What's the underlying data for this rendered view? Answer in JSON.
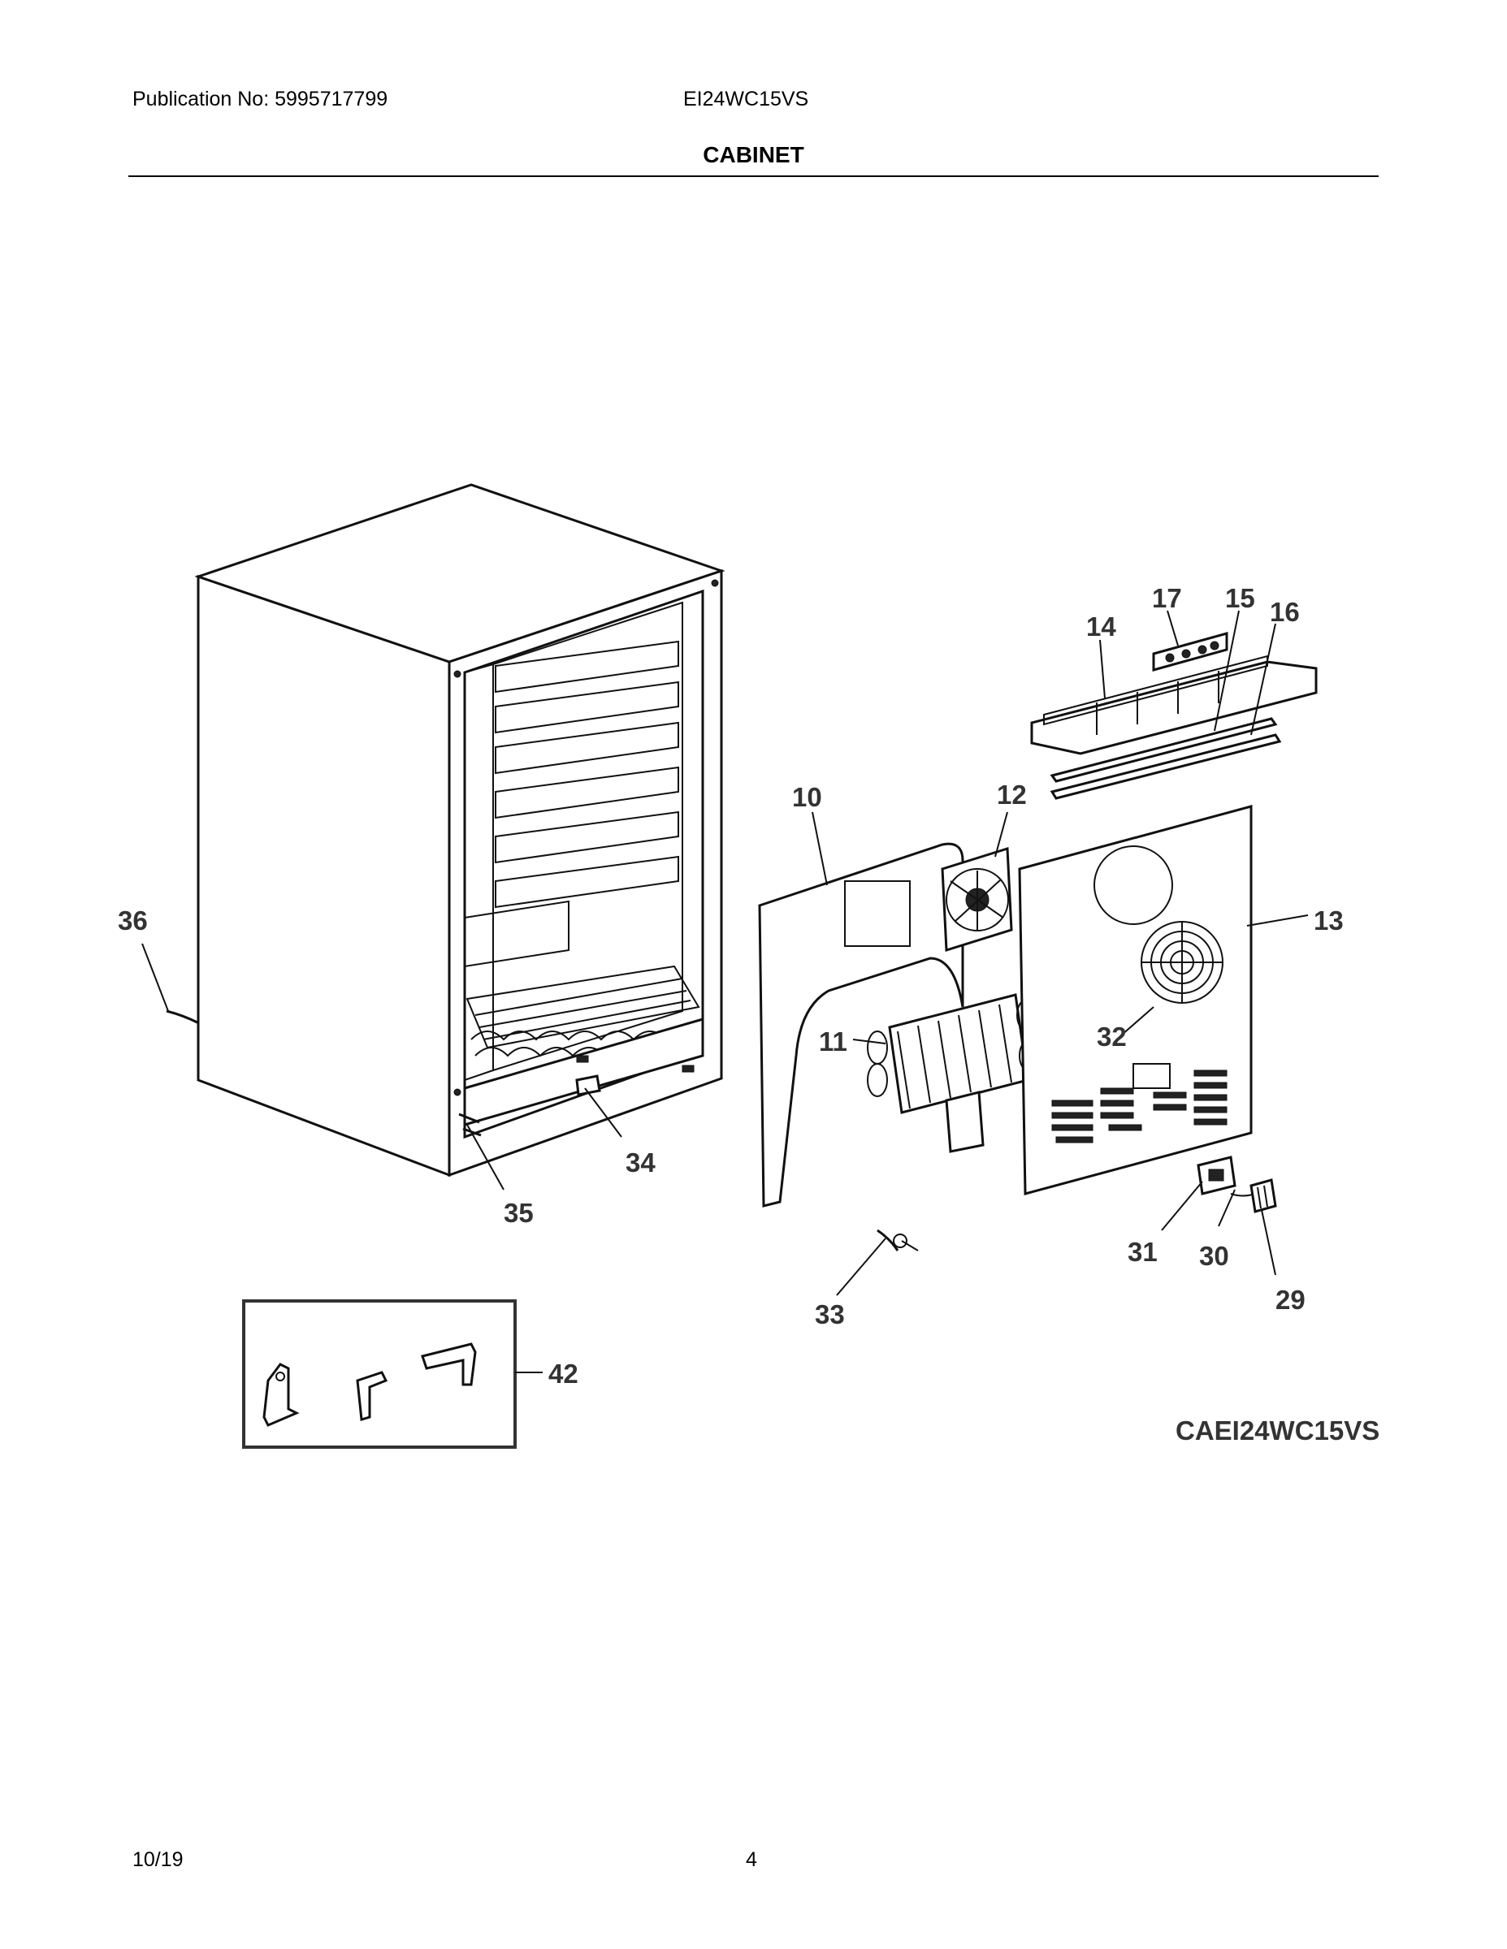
{
  "header": {
    "publication": "Publication No: 5995717799",
    "model": "EI24WC15VS",
    "section_title": "CABINET"
  },
  "diagram": {
    "callouts": {
      "c10": "10",
      "c11": "11",
      "c12": "12",
      "c13": "13",
      "c14": "14",
      "c15": "15",
      "c16": "16",
      "c17": "17",
      "c29": "29",
      "c30": "30",
      "c31": "31",
      "c32": "32",
      "c33": "33",
      "c34": "34",
      "c35": "35",
      "c36": "36",
      "c42": "42"
    },
    "diagram_code": "CAEI24WC15VS"
  },
  "footer": {
    "date": "10/19",
    "page": "4"
  }
}
